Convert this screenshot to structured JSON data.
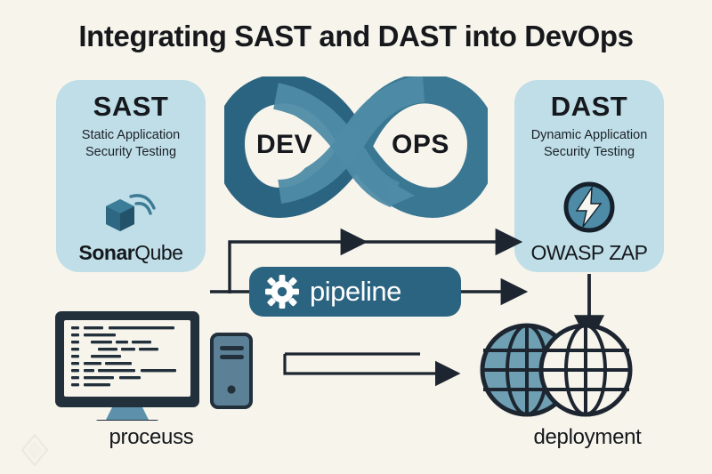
{
  "title": "Integrating SAST and DAST into DevOps",
  "colors": {
    "background": "#f7f4ec",
    "panel": "#bfdee8",
    "accent_teal": "#2b6480",
    "accent_teal_light": "#4a87a3",
    "ink": "#15181c",
    "globe_fill": "#6e9fb3",
    "monitor_dark": "#22303c",
    "monitor_stand": "#5c90ab"
  },
  "panels": {
    "sast": {
      "title": "SAST",
      "subtitle_line1": "Static Application",
      "subtitle_line2": "Security Testing",
      "logo_bold": "Sonar",
      "logo_light": "Qube",
      "icon": "cube-signal-icon"
    },
    "dast": {
      "title": "DAST",
      "subtitle_line1": "Dynamic Application",
      "subtitle_line2": "Security Testing",
      "logo": "OWASP ZAP",
      "icon": "lightning-circle-icon"
    }
  },
  "devops": {
    "left_label": "DEV",
    "right_label": "OPS",
    "icon": "infinity-loop-icon"
  },
  "pipeline": {
    "label": "pipeline",
    "icon": "gear-icon"
  },
  "bottom": {
    "process_label": "proceuss",
    "process_icon": "desktop-computer-icon",
    "deployment_label": "deployment",
    "deployment_icon": "globes-icon"
  },
  "arrows": {
    "sast_to_dast_top": "arrow-right",
    "pipeline_out": "arrow-right",
    "dast_to_deployment": "arrow-down",
    "process_to_deployment": "arrow-right"
  },
  "watermark": {
    "icon": "diamond-logo-watermark"
  }
}
